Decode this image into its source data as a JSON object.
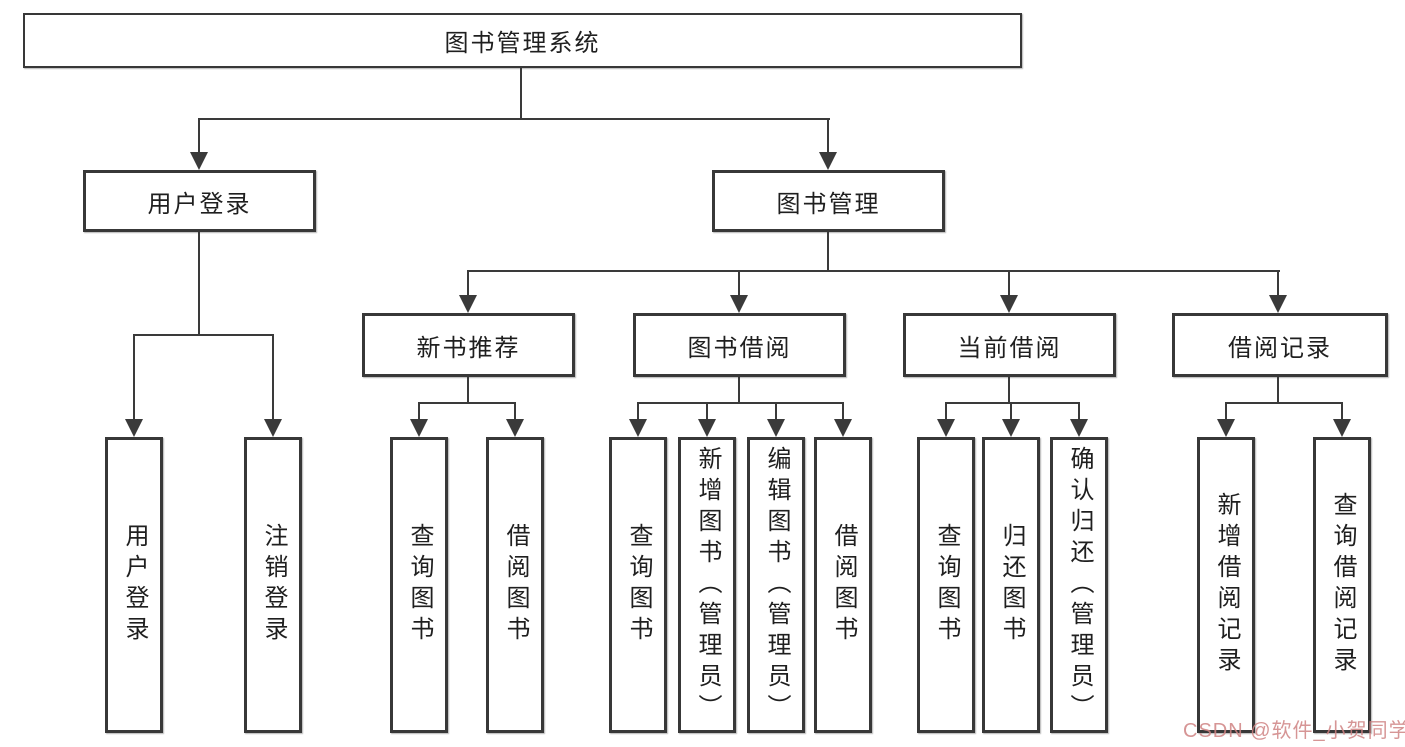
{
  "diagram": {
    "root": {
      "label": "图书管理系统"
    },
    "user_branch": {
      "label": "用户登录",
      "children": [
        {
          "label": "用户登录"
        },
        {
          "label": "注销登录"
        }
      ]
    },
    "management_branch": {
      "label": "图书管理",
      "sections": [
        {
          "label": "新书推荐",
          "children": [
            {
              "label": "查询图书"
            },
            {
              "label": "借阅图书"
            }
          ]
        },
        {
          "label": "图书借阅",
          "children": [
            {
              "label": "查询图书"
            },
            {
              "label": "新增图书（管理员）"
            },
            {
              "label": "编辑图书（管理员）"
            },
            {
              "label": "借阅图书"
            }
          ]
        },
        {
          "label": "当前借阅",
          "children": [
            {
              "label": "查询图书"
            },
            {
              "label": "归还图书"
            },
            {
              "label": "确认归还（管理员）"
            }
          ]
        },
        {
          "label": "借阅记录",
          "children": [
            {
              "label": "新增借阅记录"
            },
            {
              "label": "查询借阅记录"
            }
          ]
        }
      ]
    }
  },
  "watermark": {
    "text": "CSDN @软件_小贺同学"
  },
  "colors": {
    "line": "#3a3a3a",
    "box_border": "#383838",
    "text": "#1f1f1f",
    "watermark": "#cf8383",
    "background": "#ffffff"
  }
}
